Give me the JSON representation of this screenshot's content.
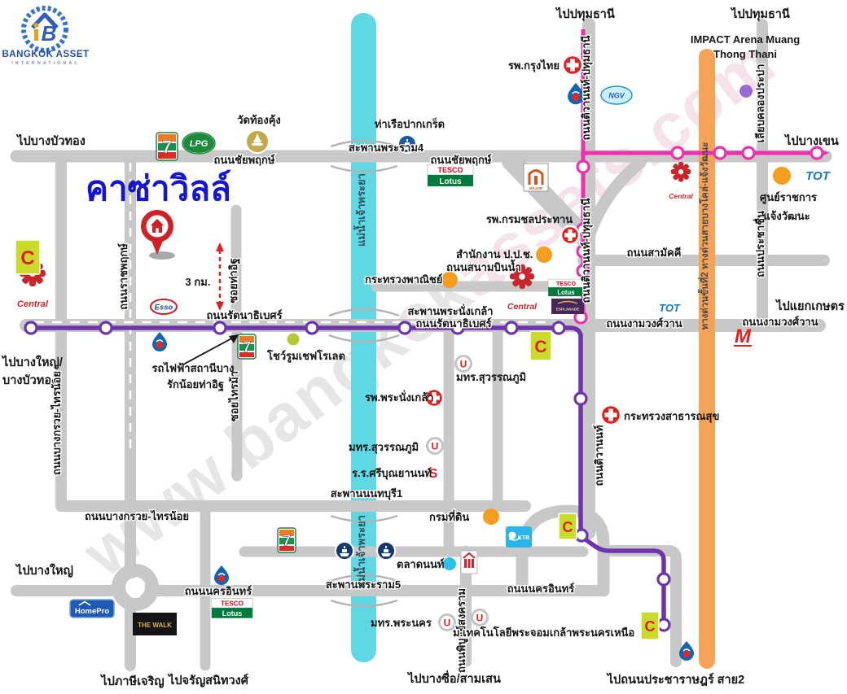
{
  "brand": {
    "name": "BANGKOK ASSET",
    "sub": "INTERNATIONAL"
  },
  "watermark": {
    "left": "www.bangkok",
    "right": "assets.com"
  },
  "project": {
    "name": "คาซ่าวิลล์",
    "distance": "3 กม."
  },
  "colors": {
    "road": "#c8c8c8",
    "river": "#5fd8e4",
    "mrt_pink": "#ee2fae",
    "mrt_purple": "#6e34ad",
    "expressway": "#f4a358",
    "brand_blue": "#1515d6",
    "marker_red": "#cf2028"
  },
  "dest": {
    "pathum1": "ไปปทุมธานี",
    "pathum2": "ไปปทุมธานี",
    "bangkhen": "ไปบางเขน",
    "bangbuathong": "ไปบางบัวทอง",
    "bangyai_line1": "ไปบางใหญ่/",
    "bangyai_line2": "บางบัวทอง",
    "kaset": "ไปแยกเกษตร",
    "bangyai2": "ไปบางใหญ่",
    "phasi": "ไปภาษีเจริญ",
    "charan": "ไปจรัญสนิทวงศ์",
    "bangsue": "ไปบางซื่อ/สามเสน",
    "pracharat": "ไปถนนประชาราษฎร์ สาย2"
  },
  "roads": {
    "chaiyaphruek1": "ถนนชัยพฤกษ์",
    "chaiyaphruek2": "ถนนชัยพฤกษ์",
    "rattanathibet1": "ถนนรัตนาธิเบศร์",
    "rattanathibet2": "ถนนรัตนาธิเบศร์",
    "ngamwongwan1": "ถนนงามวงศ์วาน",
    "ngamwongwan2": "ถนนงามวงศ์วาน",
    "samakkhi": "ถนนสามัคคี",
    "sanambinnam": "ถนนสนามบินน้ำ",
    "nakhonin1": "ถนนนครอินทร์",
    "nakhonin2": "ถนนนครอินทร์",
    "bangkruai": "ถนนบางกรวย-ไทรน้อย"
  },
  "vroads": {
    "tiwanon_pathum1": "ถนนติวานนท์-ปทุมธานี",
    "tiwanon_pathum2": "ถนนติวานนท์-ปทุมธานี",
    "tiwanon": "ถนนติวานนท์",
    "khlongprapa": "เลียบคลองประปา",
    "prachachuen": "ถนนประชาชื่น",
    "ratchaphruek": "ถนนราชพฤกษ์",
    "bangkruai_sainoi": "ถนนบางกรวย-ไทรน้อย",
    "soi_tha_it": "ซอยท่าอิฐ",
    "soi_sai_ma": "ซอยไทรม้า",
    "phibun": "ถนนพิบูลย์สงคราม",
    "expressway": "ทางด่วนขั้นที่2 ทางด่วนสายบางโคล่-แจ้งวัฒนะ"
  },
  "river": {
    "name1": "แม่น้ำเจ้าพระยา",
    "name2": "แม่น้ำเจ้าพระยา"
  },
  "bridges": {
    "rama4": "สะพานพระราม4",
    "phranangklao": "สะพานพระนั่งเกล้า",
    "nonthaburi1": "สะพานนนทบุรี1",
    "rama5": "สะพานพระราม5"
  },
  "places": {
    "krungthai_hosp": "รพ.กรุงไทย",
    "impact1": "IMPACT Arena Muang",
    "impact2": "Thong Thani",
    "wat_thong_khung": "วัดท้องคุ้ง",
    "pakkret_pier": "ท่าเรือปากเกร็ด",
    "gov_center1": "ศูนย์ราชการ",
    "gov_center2": "แจ้งวัฒนะ",
    "irrigation_hosp": "รพ.กรมชลประทาน",
    "nacc": "สำนักงาน ป.ป.ช.",
    "commerce": "กระทรวงพาณิชย์",
    "chevrolet": "โชว์รูมเชฟโรเลต",
    "brt_line1": "รถไฟฟ้าสถานีบาง",
    "brt_line2": "รักน้อยท่าอิฐ",
    "rmutsb1": "มทร.สุวรรณภูมิ",
    "phranangklao_hosp": "รพ.พระนั่งเกล้า",
    "health_ministry": "กระทรวงสาธารณสุข",
    "rmutsb2": "มทร.สุวรรณภูมิ",
    "school": "ร.ร.ศรีบุณยานนท์",
    "land_dept": "กรมที่ดิน",
    "market": "ตลาดนนท์",
    "rmutp": "มทร.พระนคร",
    "kmutnb": "ม.เทคโนโลยีพระจอมเกล้าพระนครเหนือ"
  },
  "logos": {
    "seven": "7",
    "lpg": "LPG",
    "tesco": "TESCO",
    "lotus": "Lotus",
    "central": "Central",
    "esso": "Esso",
    "tot": "TOT",
    "ngv": "NGV",
    "homepro": "HomePro",
    "thewalk": "THE WALK",
    "major": "MAJOR",
    "u": "U",
    "s": "S",
    "bigc": "C",
    "ktb": "KTB",
    "mall": "M",
    "esplanade": "ESPLANADE"
  }
}
